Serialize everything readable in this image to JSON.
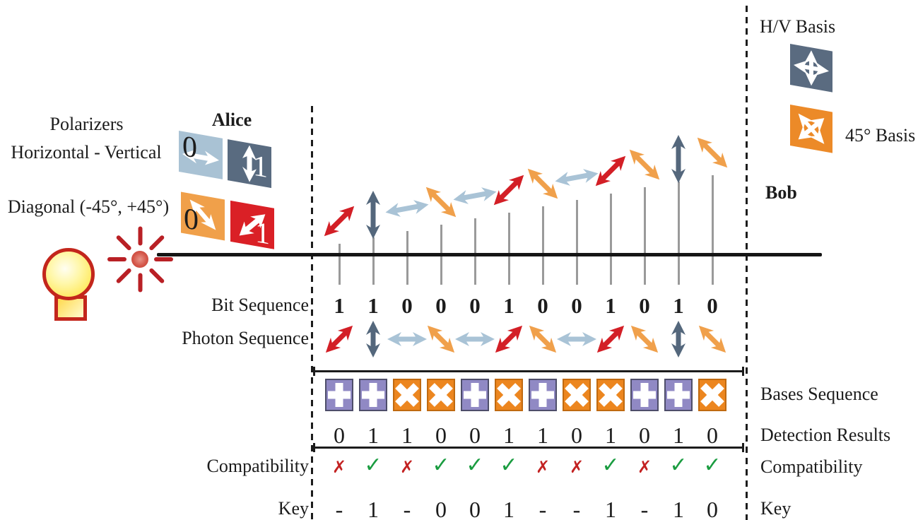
{
  "colors": {
    "red": "#d31f26",
    "orange": "#f0a04b",
    "light_blue": "#a9c3d6",
    "dark_blue": "#54677c",
    "alice_red_square": "#da2026",
    "alice_orange_square": "#f0a04a",
    "alice_lightblue_square": "#a9c2d4",
    "alice_darkblue_square": "#596b80",
    "bob_hv_square": "#5a6b80",
    "bob_diag_square": "#ec8a28",
    "base_purple": "#9089c4",
    "base_orange": "#ec861f",
    "check_green": "#1a9c40",
    "cross_red": "#c32222",
    "beam_black": "#151515",
    "drop_gray": "#9a9a9a"
  },
  "left_panel": {
    "polarizers_title": "Polarizers",
    "hv_polarizers_label": "Horizontal - Vertical",
    "diagonal_polarizers_label": "Diagonal (-45°, +45°)",
    "alice_label": "Alice",
    "alice_polarizers": [
      {
        "name": "horizontal",
        "bit": "0"
      },
      {
        "name": "vertical",
        "bit": "1"
      },
      {
        "name": "diagonal-minus45",
        "bit": "0"
      },
      {
        "name": "diagonal-plus45",
        "bit": "1"
      }
    ]
  },
  "right_panel": {
    "hv_basis_label": "H/V Basis",
    "diag_basis_label": "45° Basis",
    "bob_label": "Bob"
  },
  "rows": {
    "bit_sequence": {
      "label": "Bit Sequence",
      "values": [
        "1",
        "1",
        "0",
        "0",
        "0",
        "1",
        "0",
        "0",
        "1",
        "0",
        "1",
        "0"
      ]
    },
    "photon_sequence": {
      "label": "Photon Sequence",
      "values": [
        "red-diag-up",
        "blue-vertical",
        "lightblue-horizontal",
        "orange-diag-down",
        "lightblue-horizontal",
        "red-diag-up",
        "orange-diag-down",
        "lightblue-horizontal",
        "red-diag-up",
        "orange-diag-down",
        "blue-vertical",
        "orange-diag-down"
      ]
    },
    "bases_sequence": {
      "label": "Bases Sequence",
      "values": [
        "plus",
        "plus",
        "cross",
        "cross",
        "plus",
        "cross",
        "plus",
        "cross",
        "cross",
        "plus",
        "plus",
        "cross"
      ]
    },
    "detection_results": {
      "label": "Detection Results",
      "values": [
        "0",
        "1",
        "1",
        "0",
        "0",
        "1",
        "1",
        "0",
        "1",
        "0",
        "1",
        "0"
      ]
    },
    "compatibility": {
      "label_left": "Compatibility",
      "label_right": "Compatibility",
      "values": [
        "no",
        "yes",
        "no",
        "yes",
        "yes",
        "yes",
        "no",
        "no",
        "yes",
        "no",
        "yes",
        "yes"
      ]
    },
    "key": {
      "label_left": "Key",
      "label_right": "Key",
      "values": [
        "-",
        "1",
        "-",
        "0",
        "0",
        "1",
        "-",
        "-",
        "1",
        "-",
        "1",
        "0"
      ]
    }
  }
}
